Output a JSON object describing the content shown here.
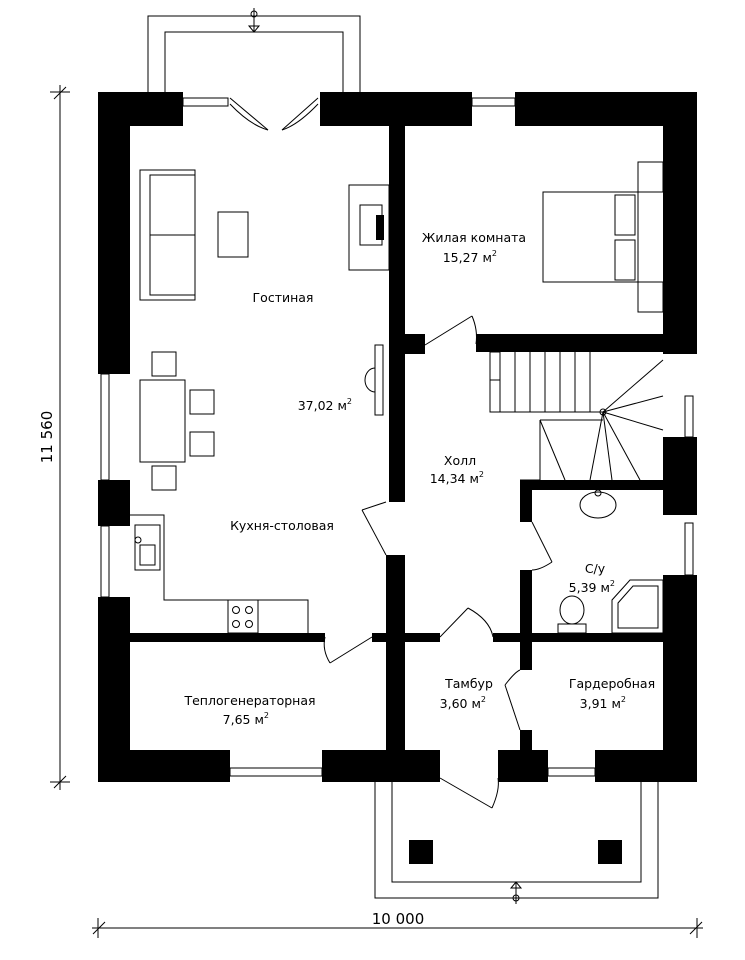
{
  "rooms": {
    "living": {
      "name": "Гостиная",
      "area": "37,02 м",
      "unit_sup": "2"
    },
    "kitchen": {
      "name": "Кухня-столовая"
    },
    "bedroom": {
      "name": "Жилая комната",
      "area": "15,27 м",
      "unit_sup": "2"
    },
    "hall": {
      "name": "Холл",
      "area": "14,34 м",
      "unit_sup": "2"
    },
    "bathroom": {
      "name": "С/у",
      "area": "5,39 м",
      "unit_sup": "2"
    },
    "boiler": {
      "name": "Теплогенераторная",
      "area": "7,65 м",
      "unit_sup": "2"
    },
    "vestibule": {
      "name": "Тамбур",
      "area": "3,60 м",
      "unit_sup": "2"
    },
    "wardrobe": {
      "name": "Гардеробная",
      "area": "3,91 м",
      "unit_sup": "2"
    }
  },
  "dimensions": {
    "height": "11 560",
    "width": "10 000"
  }
}
